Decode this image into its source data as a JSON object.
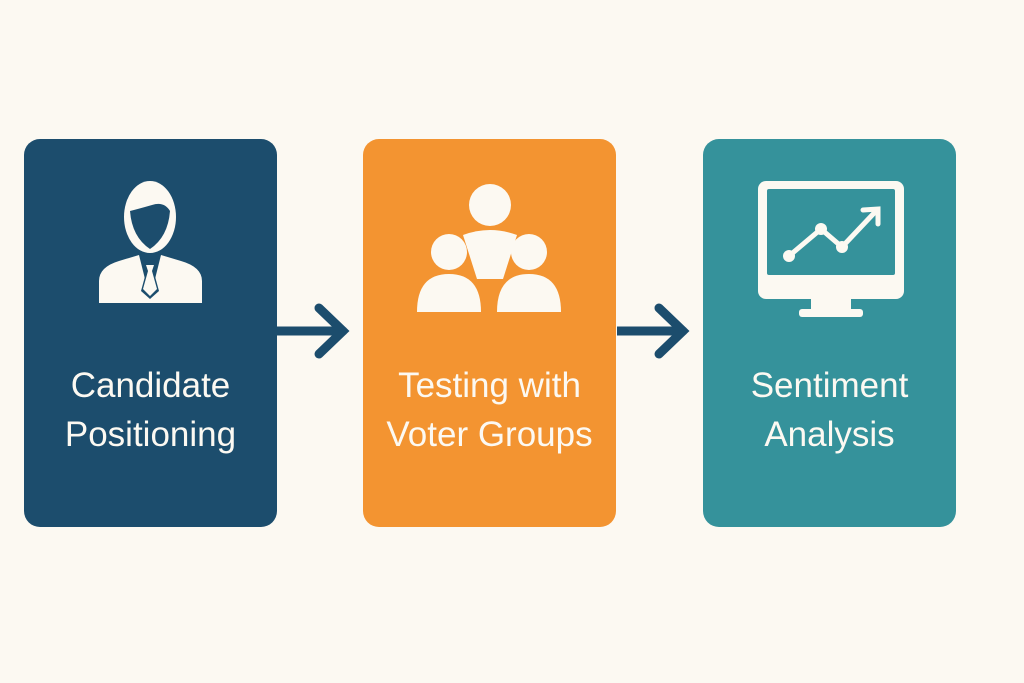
{
  "steps": [
    {
      "line1": "Candidate",
      "line2": "Positioning",
      "icon": "person-with-tie-icon",
      "color": "#1c4d6d"
    },
    {
      "line1": "Testing with",
      "line2": "Voter Groups",
      "icon": "group-icon",
      "color": "#f39431"
    },
    {
      "line1": "Sentiment",
      "line2": "Analysis",
      "icon": "monitor-chart-icon",
      "color": "#35929b"
    }
  ],
  "arrow_color": "#1c4d6d",
  "background": "#fcf9f2"
}
